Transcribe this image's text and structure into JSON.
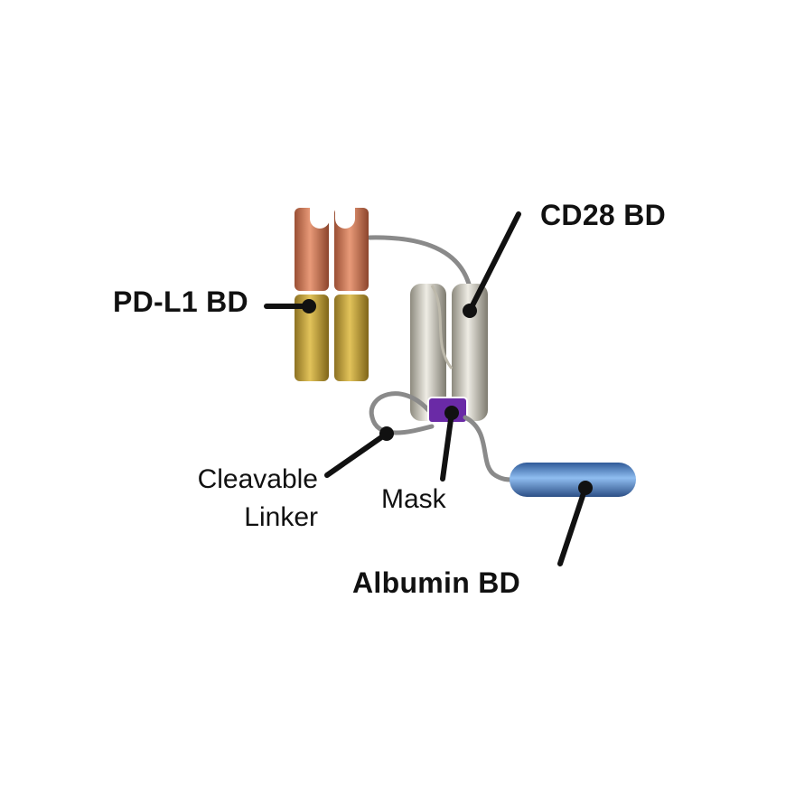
{
  "labels": {
    "pdl1": "PD-L1 BD",
    "cd28": "CD28 BD",
    "albumin": "Albumin BD",
    "mask": "Mask",
    "cleavable_line1": "Cleavable",
    "cleavable_line2": "Linker"
  },
  "colors": {
    "pdl1_top": "#cf7f5e",
    "pdl1_bottom": "#c7a53c",
    "cd28": "#cfccbf",
    "mask": "#6a2aa6",
    "albumin": "#5f93d6",
    "linker": "#8a8a8a",
    "leader": "#111111"
  }
}
